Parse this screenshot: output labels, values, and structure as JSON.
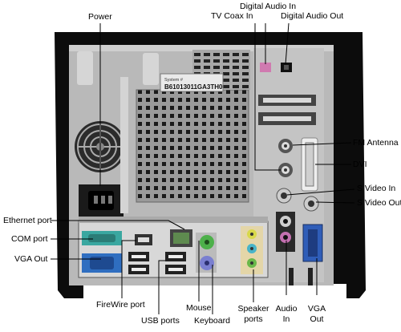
{
  "labels": {
    "power": "Power",
    "digital_audio_in": "Digital Audio In",
    "tv_coax_in": "TV Coax In",
    "digital_audio_out": "Digital Audio Out",
    "fm_antenna": "FM Antenna",
    "dvi": "DVI",
    "s_video_in": "S Video In",
    "s_video_out": "S Video Out",
    "ethernet_port": "Ethernet port",
    "com_port": "COM port",
    "vga_out_left": "VGA Out",
    "firewire_port": "FireWire port",
    "usb_ports": "USB ports",
    "mouse": "Mouse",
    "keyboard": "Keyboard",
    "speaker_ports_1": "Speaker",
    "speaker_ports_2": "ports",
    "audio_in_1": "Audio",
    "audio_in_2": "In",
    "vga_out_right_1": "VGA",
    "vga_out_right_2": "Out"
  },
  "sticker": {
    "line1": "System #",
    "line2": "B61013011GA3TH0"
  }
}
